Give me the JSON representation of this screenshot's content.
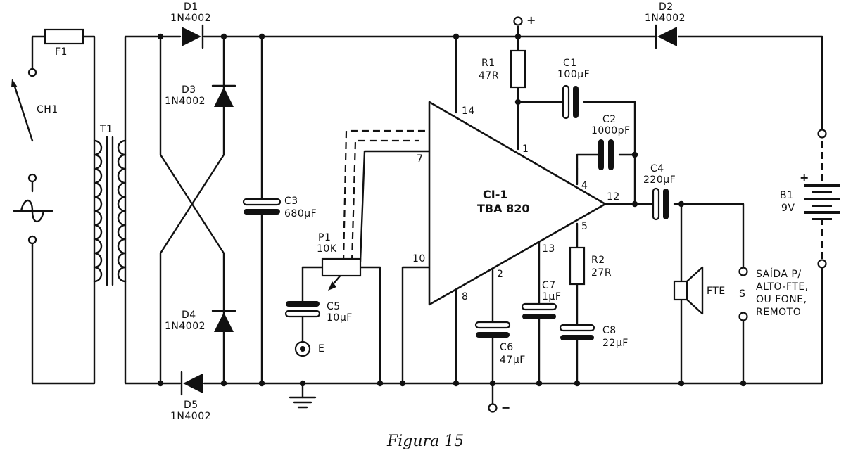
{
  "caption": "Figura 15",
  "components": {
    "F1": {
      "ref": "F1"
    },
    "CH1": {
      "ref": "CH1"
    },
    "T1": {
      "ref": "T1"
    },
    "D1": {
      "ref": "D1",
      "value": "1N4002"
    },
    "D2": {
      "ref": "D2",
      "value": "1N4002"
    },
    "D3": {
      "ref": "D3",
      "value": "1N4002"
    },
    "D4": {
      "ref": "D4",
      "value": "1N4002"
    },
    "D5": {
      "ref": "D5",
      "value": "1N4002"
    },
    "C3": {
      "ref": "C3",
      "value": "680µF"
    },
    "P1": {
      "ref": "P1",
      "value": "10K"
    },
    "C5": {
      "ref": "C5",
      "value": "10µF"
    },
    "E": {
      "ref": "E"
    },
    "IC": {
      "ref": "CI-1",
      "value": "TBA 820",
      "pins": [
        "14",
        "7",
        "10",
        "8",
        "2",
        "13",
        "5",
        "4",
        "1",
        "12"
      ]
    },
    "R1": {
      "ref": "R1",
      "value": "47R"
    },
    "C1": {
      "ref": "C1",
      "value": "100µF"
    },
    "C2": {
      "ref": "C2",
      "value": "1000pF"
    },
    "C4": {
      "ref": "C4",
      "value": "220µF"
    },
    "R2": {
      "ref": "R2",
      "value": "27R"
    },
    "C6": {
      "ref": "C6",
      "value": "47µF"
    },
    "C7": {
      "ref": "C7",
      "value": "1µF"
    },
    "C8": {
      "ref": "C8",
      "value": "22µF"
    },
    "FTE": {
      "ref": "FTE"
    },
    "S": {
      "ref": "S"
    },
    "B1": {
      "ref": "B1",
      "value": "9V"
    }
  },
  "supply": {
    "plus": "+",
    "minus": "−",
    "batt_plus": "+"
  },
  "output_note": [
    "SAÍDA P/",
    "ALTO-FTE,",
    "OU FONE,",
    "REMOTO"
  ]
}
